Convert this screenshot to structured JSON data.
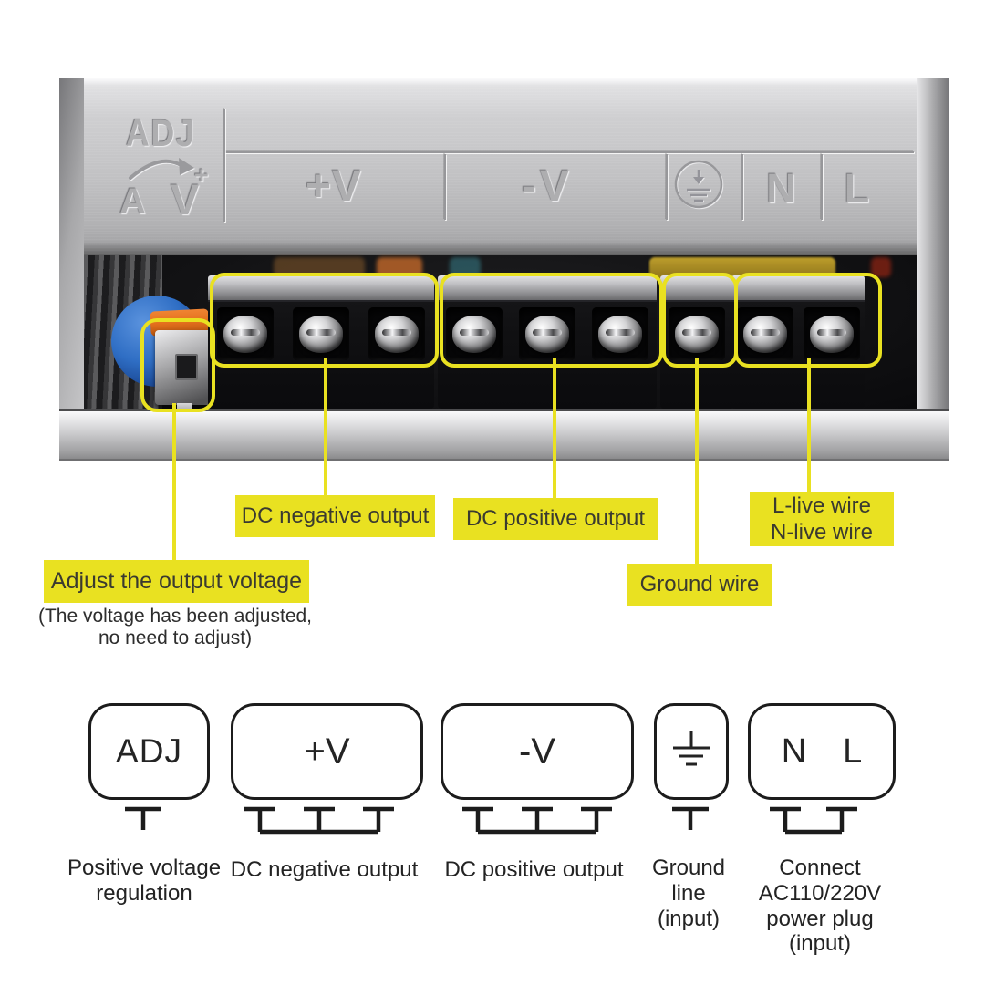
{
  "colors": {
    "highlight_yellow": "#e9e121",
    "callout_text": "#3a3a30",
    "diagram_ink": "#1c1c1c",
    "metal_light": "#d9d9db",
    "metal_mid": "#c2c2c4",
    "metal_dark": "#8f8f91",
    "varistor_blue": "#2f6ec4",
    "pot_orange": "#e4701d"
  },
  "photo": {
    "embossed_labels": {
      "adj": "ADJ",
      "a": "A",
      "plus": "+",
      "v": "V",
      "plus_v": "+V",
      "minus_v": "-V",
      "n": "N",
      "l": "L",
      "ground_symbol": "earth-ground-emblem"
    },
    "callouts": {
      "dc_negative": "DC negative output",
      "dc_positive": "DC positive output",
      "live_wires": "L-live wire\nN-live wire",
      "adjust": "Adjust the output voltage",
      "adjust_note": "(The voltage has been adjusted,\nno need to adjust)",
      "ground": "Ground wire"
    }
  },
  "diagram": {
    "adj": {
      "label": "ADJ",
      "terminals": 1,
      "caption": "Positive voltage\nregulation"
    },
    "plus_v": {
      "label": "+V",
      "terminals": 3,
      "caption": "DC negative output"
    },
    "minus_v": {
      "label": "-V",
      "terminals": 3,
      "caption": "DC positive output"
    },
    "ground": {
      "icon": "earth-ground-icon",
      "terminals": 1,
      "caption": "Ground\nline\n(input)"
    },
    "nl": {
      "n": "N",
      "l": "L",
      "terminals": 2,
      "caption": "Connect AC110/220V\npower plug\n(input)"
    }
  }
}
